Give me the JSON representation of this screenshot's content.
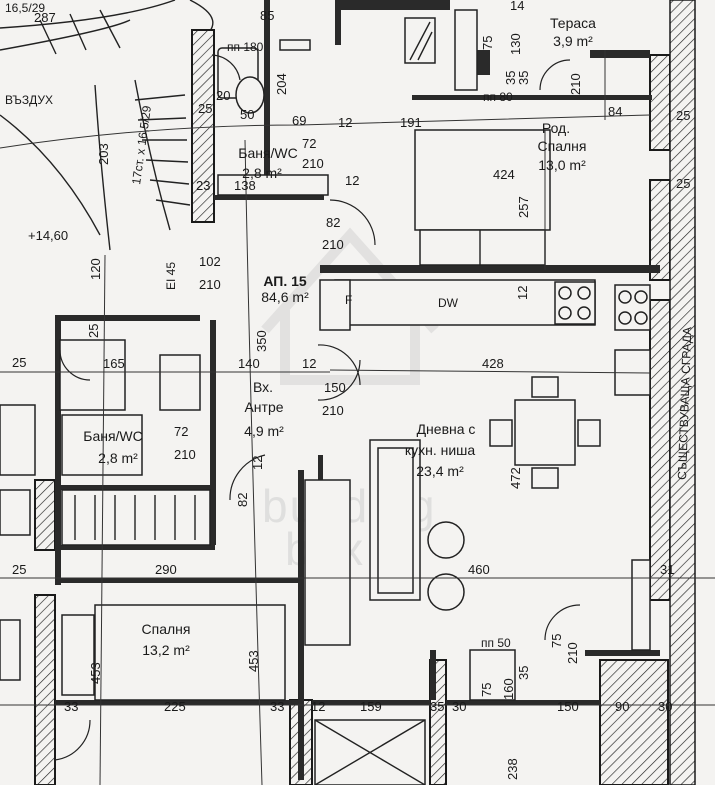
{
  "apartment": {
    "label": "АП. 15",
    "area": "84,6 m²"
  },
  "rooms": {
    "terrace": {
      "name": "Тераса",
      "area": "3,9 m²"
    },
    "parents_bedroom": {
      "name_1": "Род.",
      "name_2": "Спалня",
      "area": "13,0 m²"
    },
    "bath_top": {
      "name": "Баня/WC",
      "area": "2,8 m²"
    },
    "bath_left": {
      "name": "Баня/WC",
      "area": "2,8 m²"
    },
    "entrance": {
      "name_1": "Вх.",
      "name_2": "Антре",
      "area": "4,9 m²"
    },
    "living": {
      "name_1": "Дневна с",
      "name_2": "кухн. ниша",
      "area": "23,4 m²"
    },
    "bedroom": {
      "name": "Спалня",
      "area": "13,2 m²"
    }
  },
  "labels": {
    "air": "ВЪЗДУХ",
    "existing_building": "СЪЩЕСТВУВАЩА СГРАДА",
    "stairs": "17ст. x 16,5/29",
    "stairs_top": "16,5/29",
    "level": "+14,60",
    "fire_rating": "EI 45",
    "dishwasher": "DW",
    "fridge": "F",
    "pp_top": "пп 180",
    "pp_80": "пп 80",
    "pp_50": "пп 50",
    "watermark_1": "building",
    "watermark_2": "box"
  },
  "dimensions": {
    "d287": "287",
    "d35a": "35",
    "d14": "14",
    "d75a": "75",
    "d130": "130",
    "d210a": "210",
    "d35b": "35",
    "d85": "85",
    "d25a": "25",
    "d50": "50",
    "d69": "69",
    "d12a": "12",
    "d191": "191",
    "d84": "84",
    "d25b": "25",
    "d203": "203",
    "d72a": "72",
    "d210b": "210",
    "d23": "23",
    "d138": "138",
    "d424": "424",
    "d257": "257",
    "d82a": "82",
    "d210c": "210",
    "d102": "102",
    "d210d": "210",
    "d120": "120",
    "d12b": "12",
    "d25c": "25",
    "d350": "350",
    "d165": "165",
    "d140": "140",
    "d12c": "12",
    "d428": "428",
    "d25d": "25",
    "d150": "150",
    "d210e": "210",
    "d72b": "72",
    "d210f": "210",
    "d472": "472",
    "d82b": "82",
    "d290": "290",
    "d460": "460",
    "d25e": "25",
    "d31": "31",
    "d75b": "75",
    "d210g": "210",
    "d453a": "453",
    "d453b": "453",
    "d33a": "33",
    "d225": "225",
    "d33b": "33",
    "d12d": "12",
    "d159": "159",
    "d35c": "35",
    "d30": "30",
    "d75c": "75",
    "d160": "160",
    "d35d": "35",
    "d150b": "150",
    "d90": "90",
    "d30b": "30",
    "d238": "238",
    "d204": "204",
    "d20": "20",
    "d12e": "12",
    "d12f": "12"
  }
}
